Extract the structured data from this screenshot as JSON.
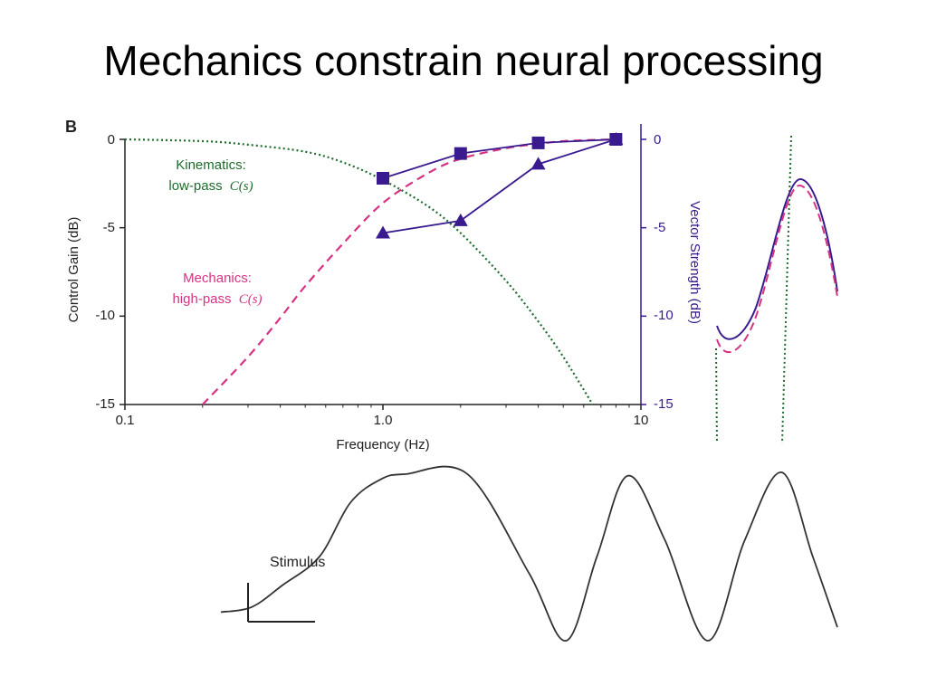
{
  "slide": {
    "title": "Mechanics constrain neural processing"
  },
  "colors": {
    "kinematics": "#1e6b2e",
    "mechanics": "#d63383",
    "vector": "#3a1a8f",
    "axis": "#222222"
  },
  "chart_data": [
    {
      "type": "line",
      "panel_label": "B",
      "title": "",
      "xlabel": "Frequency (Hz)",
      "ylabel_left": "Control Gain (dB)",
      "ylabel_right": "Vector Strength (dB)",
      "xscale": "log",
      "xlim": [
        0.1,
        10
      ],
      "ylim_left": [
        -15,
        0
      ],
      "ylim_right": [
        -15,
        0
      ],
      "x_ticks": [
        "0.1",
        "1.0",
        "10"
      ],
      "y_ticks_left": [
        "0",
        "-5",
        "-10",
        "-15"
      ],
      "y_ticks_right": [
        "0",
        "-5",
        "-10",
        "-15"
      ],
      "annotations": {
        "kinematics_line1": "Kinematics:",
        "kinematics_line2": "low-pass",
        "mechanics_line1": "Mechanics:",
        "mechanics_line2": "high-pass",
        "cs": "C(s)"
      },
      "series": [
        {
          "key": "kinematics",
          "axis": "left",
          "style": "dotted",
          "x": [
            0.1,
            0.2,
            0.3,
            0.5,
            0.7,
            1.0,
            1.5,
            2.0,
            3.0,
            4.0,
            5.0,
            6.5
          ],
          "values": [
            0,
            -0.1,
            -0.3,
            -0.7,
            -1.3,
            -2.3,
            -3.8,
            -5.3,
            -8.0,
            -10.3,
            -12.3,
            -15
          ]
        },
        {
          "key": "mechanics",
          "axis": "left",
          "style": "dashed",
          "x": [
            0.2,
            0.3,
            0.4,
            0.5,
            0.7,
            1.0,
            1.5,
            2.0,
            3.0,
            4.0,
            5.0,
            6.0,
            8.0
          ],
          "values": [
            -15,
            -12.3,
            -10.1,
            -8.3,
            -5.9,
            -3.6,
            -1.9,
            -1.1,
            -0.5,
            -0.25,
            -0.1,
            -0.05,
            0
          ]
        },
        {
          "key": "vector_square",
          "axis": "right",
          "marker": "square",
          "x": [
            1,
            2,
            4,
            8
          ],
          "values": [
            -2.2,
            -0.8,
            -0.2,
            0
          ]
        },
        {
          "key": "vector_triangle",
          "axis": "right",
          "marker": "triangle",
          "x": [
            1,
            2,
            4,
            8
          ],
          "values": [
            -5.3,
            -4.6,
            -1.4,
            0
          ]
        }
      ]
    },
    {
      "type": "line",
      "title": "",
      "label": "Stimulus",
      "series": [
        {
          "key": "stimulus",
          "x": [
            0,
            0.05,
            0.1,
            0.16,
            0.21,
            0.26,
            0.3,
            0.4,
            0.5,
            0.56,
            0.61,
            0.66,
            0.72,
            0.79,
            0.85,
            0.91,
            0.96,
            1.0
          ],
          "values": [
            0.17,
            0.2,
            0.33,
            0.5,
            0.82,
            0.96,
            0.99,
            0.99,
            0.4,
            0.0,
            0.5,
            0.98,
            0.6,
            0.0,
            0.6,
            1.0,
            0.5,
            0.08
          ]
        }
      ]
    }
  ]
}
